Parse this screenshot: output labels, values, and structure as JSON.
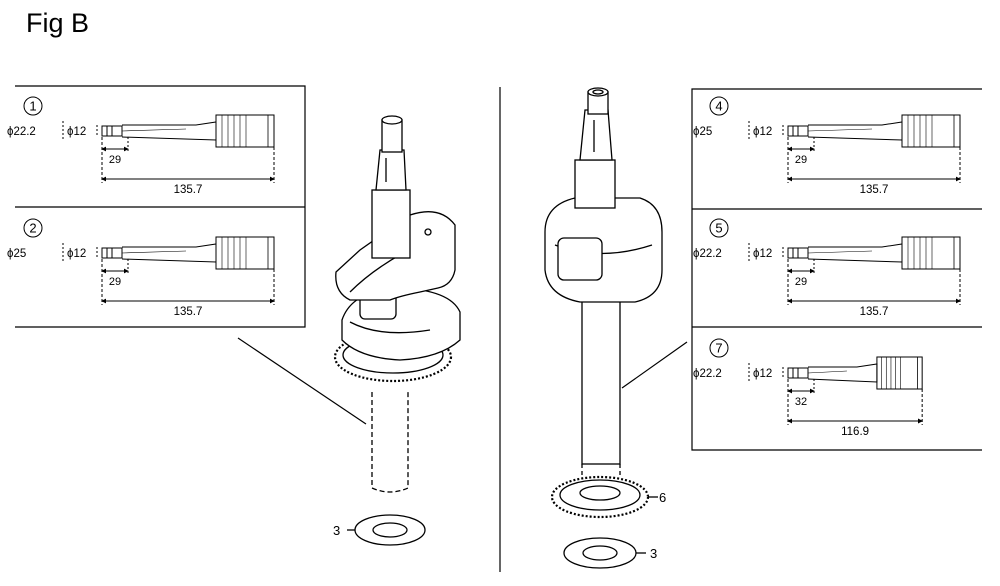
{
  "figure": {
    "title": "Fig B"
  },
  "variants": [
    {
      "number": "1",
      "outer_dia": "ϕ22.2",
      "inner_dia": "ϕ12",
      "short_len": "29",
      "total_len": "135.7"
    },
    {
      "number": "2",
      "outer_dia": "ϕ25",
      "inner_dia": "ϕ12",
      "short_len": "29",
      "total_len": "135.7"
    },
    {
      "number": "4",
      "outer_dia": "ϕ25",
      "inner_dia": "ϕ12",
      "short_len": "29",
      "total_len": "135.7"
    },
    {
      "number": "5",
      "outer_dia": "ϕ22.2",
      "inner_dia": "ϕ12",
      "short_len": "29",
      "total_len": "135.7"
    },
    {
      "number": "7",
      "outer_dia": "ϕ22.2",
      "inner_dia": "ϕ12",
      "short_len": "32",
      "total_len": "116.9"
    }
  ],
  "callouts": {
    "washer_left": "3",
    "gear_right": "6",
    "washer_right": "3"
  }
}
